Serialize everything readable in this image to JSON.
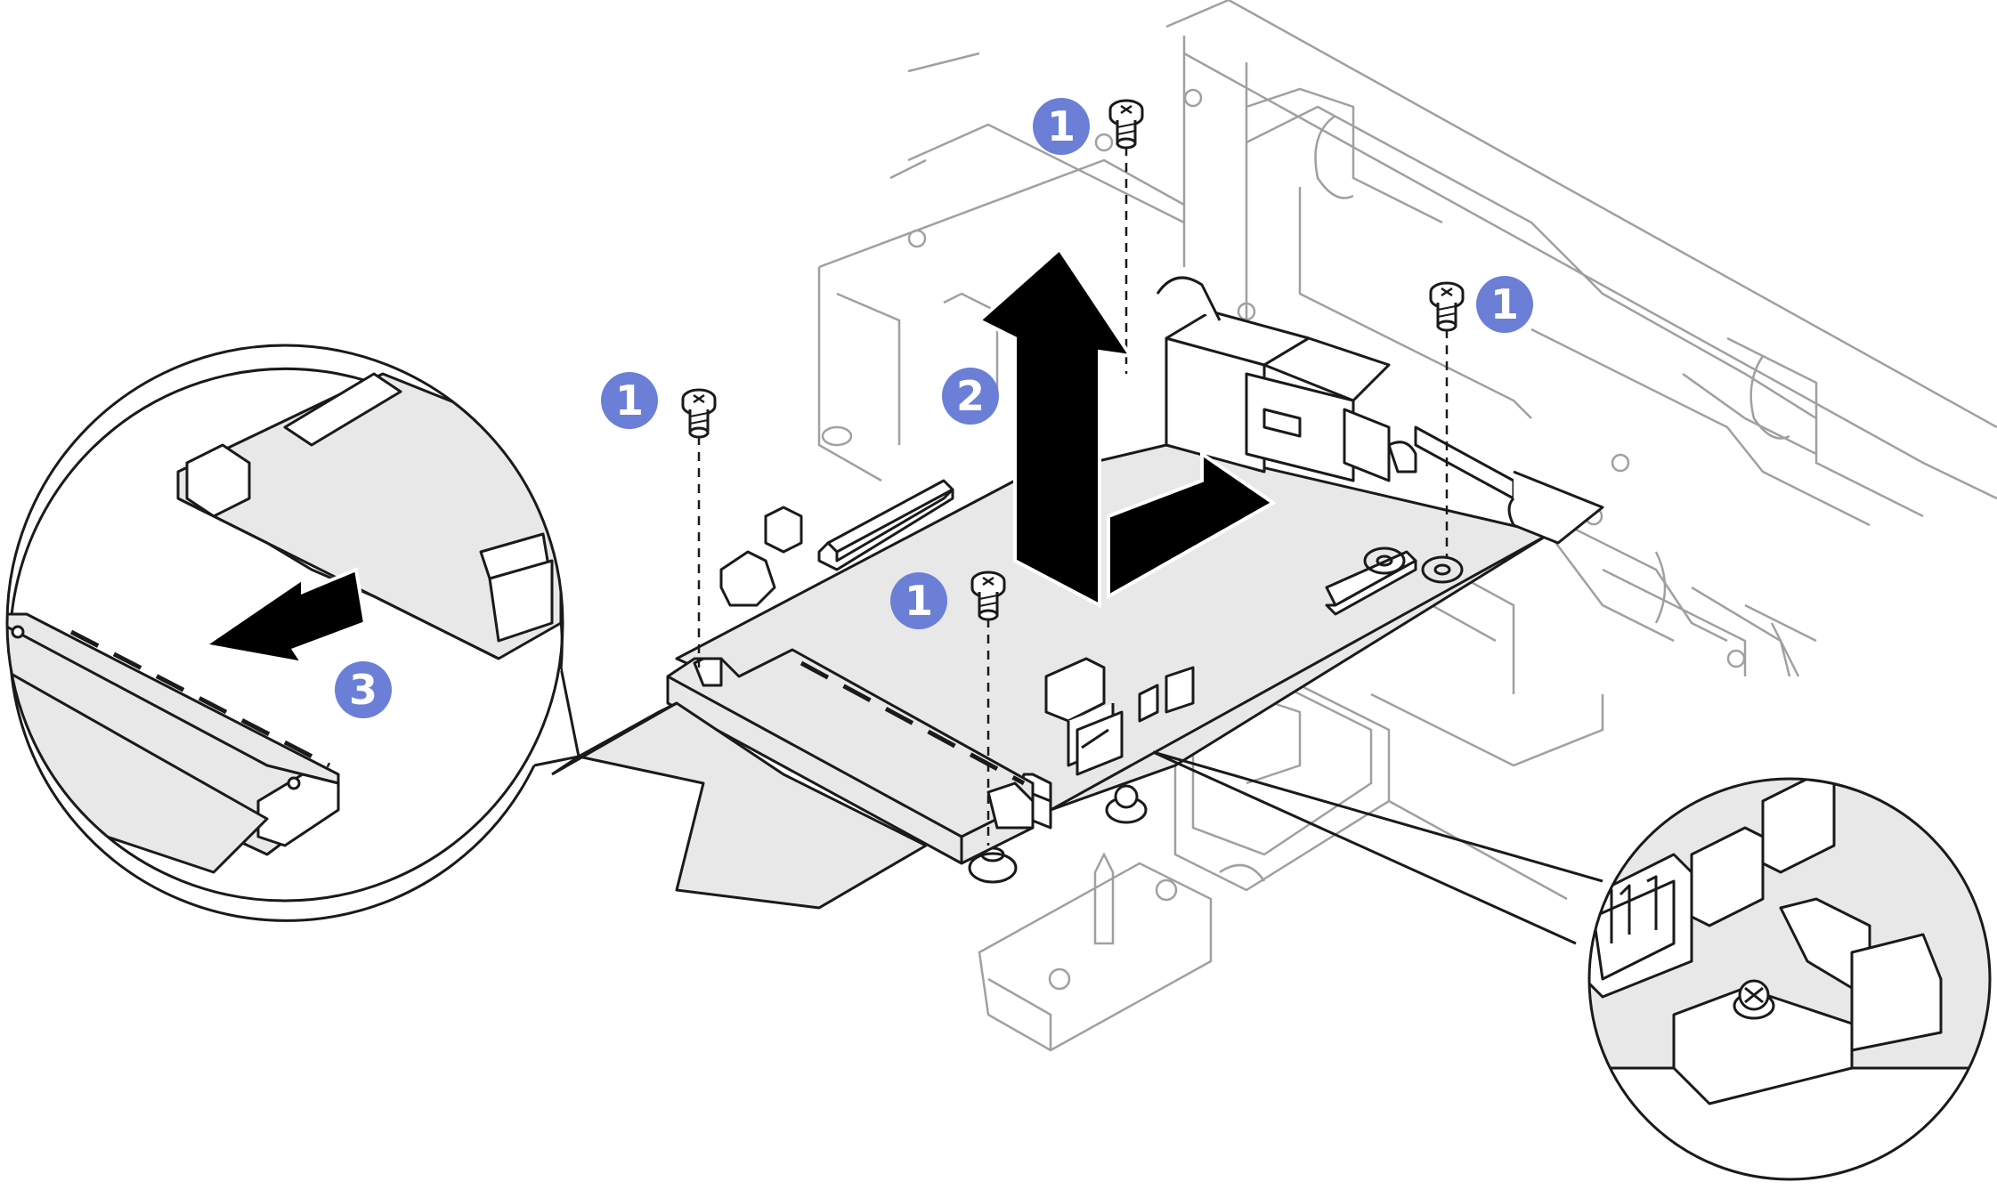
{
  "diagram": {
    "colors": {
      "line": "#1a1a1a",
      "light_line": "#a0a0a0",
      "board_fill": "#e8e8e8",
      "callout_fill": "#6b7fd7",
      "callout_text": "#ffffff",
      "arrow_fill": "#000000"
    },
    "callouts": [
      {
        "id": "screw-front-left",
        "label": "1"
      },
      {
        "id": "screw-rear-center",
        "label": "1"
      },
      {
        "id": "screw-rear-right",
        "label": "1"
      },
      {
        "id": "screw-front-center",
        "label": "1"
      },
      {
        "id": "lift-board",
        "label": "2"
      },
      {
        "id": "pull-cable",
        "label": "3"
      }
    ],
    "icons": [
      "screw-icon",
      "up-arrow-icon",
      "right-arrow-icon",
      "left-arrow-icon"
    ]
  }
}
